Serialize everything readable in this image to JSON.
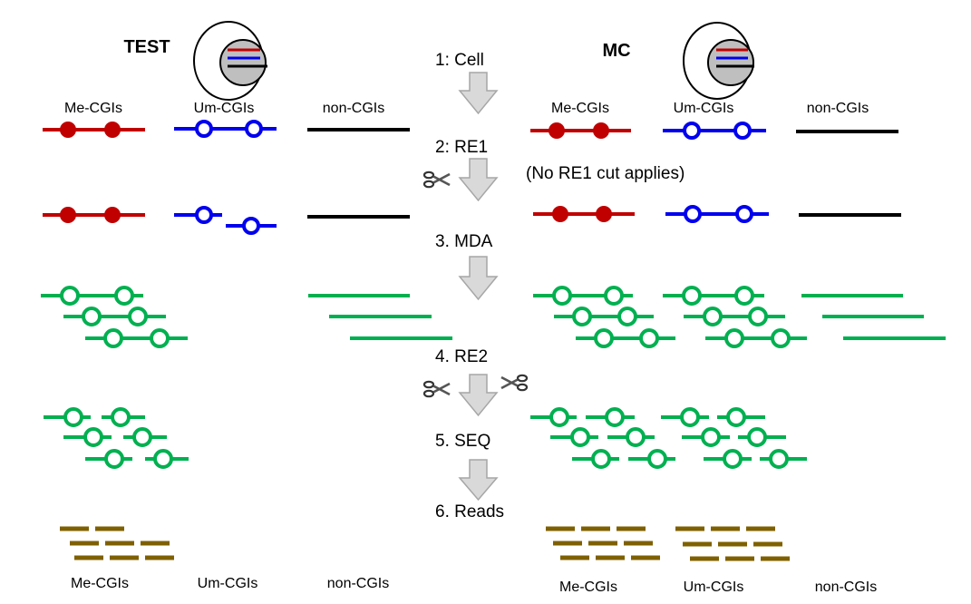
{
  "panels": {
    "test": {
      "title": "TEST"
    },
    "mc": {
      "title": "MC"
    }
  },
  "steps": [
    {
      "label": "1: Cell"
    },
    {
      "label": "2: RE1"
    },
    {
      "label": "3. MDA"
    },
    {
      "label": "4. RE2"
    },
    {
      "label": "5. SEQ"
    },
    {
      "label": "6. Reads"
    }
  ],
  "categories": {
    "me": "Me-CGIs",
    "um": "Um-CGIs",
    "non": "non-CGIs"
  },
  "note_no_cut": "(No RE1 cut applies)",
  "colors": {
    "methylated": "#c00000",
    "unmethylated": "#0000ee",
    "non_cgi": "#000000",
    "amplified": "#00b050",
    "reads": "#7f6000",
    "arrow_fill": "#d9d9d9",
    "arrow_stroke": "#a6a6a6",
    "nucleus_fill": "#bfbfbf"
  },
  "icons": {
    "scissors": "scissors-icon",
    "arrow": "down-arrow-icon",
    "cell": "cell-icon"
  }
}
